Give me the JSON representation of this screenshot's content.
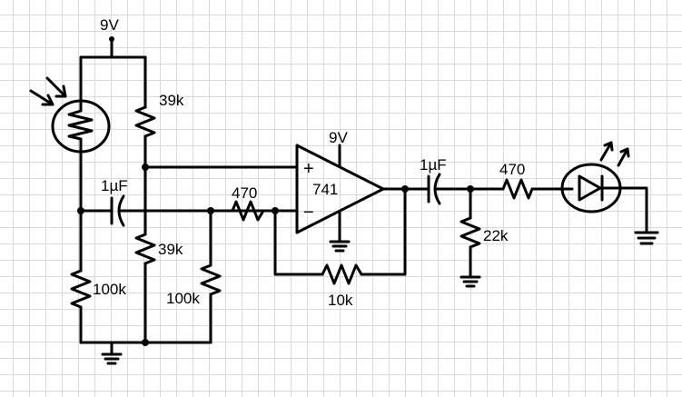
{
  "supply": {
    "top": "9V",
    "opamp": "9V"
  },
  "opamp": {
    "label": "741",
    "plus": "+",
    "minus": "−"
  },
  "resistors": {
    "r_top": "39k",
    "r_mid": "39k",
    "r_ldr_bottom": "100k",
    "r_bias_bottom": "100k",
    "r_input": "470",
    "r_feedback": "10k",
    "r_led": "470",
    "r_out_shunt": "22k"
  },
  "capacitors": {
    "c_in": "1µF",
    "c_out": "1µF"
  },
  "colors": {
    "ink": "#000000",
    "grid": "#d9d9d9",
    "paper": "#ffffff"
  }
}
